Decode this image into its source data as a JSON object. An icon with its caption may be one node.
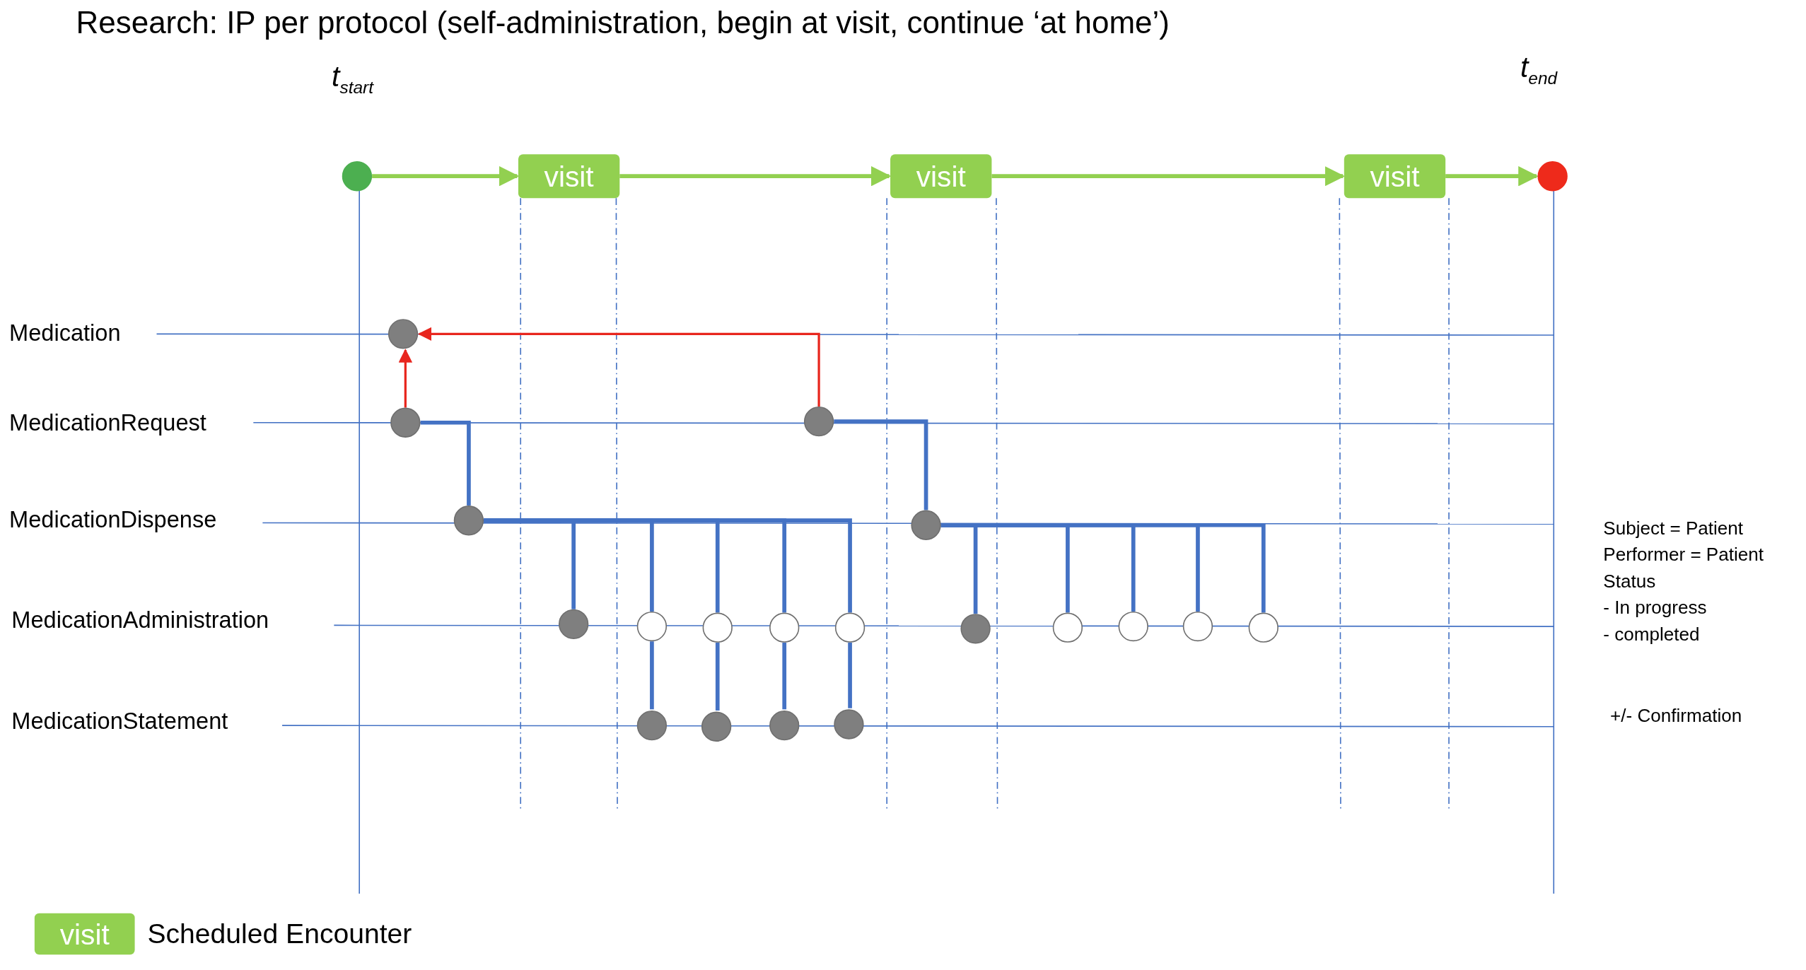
{
  "diagram": {
    "title": "Research: IP per protocol (self-administration, begin at visit, continue ‘at home’)",
    "nodes": [
      {
        "text": [],
        "shape": "circle"
      },
      {
        "text": [
          "visit"
        ]
      },
      {
        "text": [
          "visit"
        ]
      },
      {
        "text": [
          "visit"
        ]
      },
      {
        "text": [],
        "shape": "circle"
      },
      {
        "text": [],
        "shape": "circle"
      },
      {
        "text": [],
        "shape": "circle"
      },
      {
        "text": [],
        "shape": "circle"
      },
      {
        "text": [],
        "shape": "circle"
      },
      {
        "text": [],
        "shape": "circle"
      },
      {
        "text": [],
        "shape": "circle"
      },
      {
        "text": [],
        "shape": "circle"
      },
      {
        "text": [],
        "shape": "circle"
      },
      {
        "text": [],
        "shape": "circle"
      },
      {
        "text": [],
        "shape": "circle"
      },
      {
        "text": [],
        "shape": "circle"
      },
      {
        "text": [],
        "shape": "circle"
      },
      {
        "text": [],
        "shape": "circle"
      },
      {
        "text": [],
        "shape": "circle"
      },
      {
        "text": [],
        "shape": "circle"
      },
      {
        "text": [],
        "shape": "circle"
      },
      {
        "text": [],
        "shape": "circle"
      },
      {
        "text": [],
        "shape": "circle"
      },
      {
        "text": [],
        "shape": "circle"
      }
    ],
    "edges": [
      {
        "from": 0,
        "to": 1,
        "arrow": "to",
        "color": "#92d050"
      },
      {
        "from": 1,
        "to": 2,
        "arrow": "to",
        "color": "#92d050"
      },
      {
        "from": 2,
        "to": 3,
        "arrow": "to",
        "color": "#92d050"
      },
      {
        "from": 3,
        "to": 4,
        "arrow": "to",
        "color": "#92d050"
      },
      {
        "from": 6,
        "to": 5,
        "arrow": "to",
        "color": "#e8261e"
      },
      {
        "from": 7,
        "to": 5,
        "arrow": "to",
        "color": "#e8261e"
      },
      {
        "from": 6,
        "to": 8,
        "arrow": "none"
      },
      {
        "from": 8,
        "to": 10,
        "arrow": "none"
      },
      {
        "from": 8,
        "to": 11,
        "arrow": "none"
      },
      {
        "from": 8,
        "to": 12,
        "arrow": "none"
      },
      {
        "from": 8,
        "to": 13,
        "arrow": "none"
      },
      {
        "from": 8,
        "to": 14,
        "arrow": "none"
      },
      {
        "from": 7,
        "to": 9,
        "arrow": "none"
      },
      {
        "from": 9,
        "to": 15,
        "arrow": "none"
      },
      {
        "from": 9,
        "to": 16,
        "arrow": "none"
      },
      {
        "from": 9,
        "to": 17,
        "arrow": "none"
      },
      {
        "from": 9,
        "to": 18,
        "arrow": "none"
      },
      {
        "from": 9,
        "to": 19,
        "arrow": "none"
      },
      {
        "from": 11,
        "to": 20,
        "arrow": "none"
      },
      {
        "from": 12,
        "to": 21,
        "arrow": "none"
      },
      {
        "from": 13,
        "to": 22,
        "arrow": "none"
      },
      {
        "from": 14,
        "to": 23,
        "arrow": "none"
      }
    ],
    "labels": [
      "t$_{start}$",
      "t$_{end}$",
      "Medication",
      "MedicationRequest",
      "MedicationDispense",
      "MedicationAdministration",
      "MedicationStatement",
      "Subject = Patient",
      "Performer = Patient",
      "Status",
      "- In progress",
      "- completed",
      "+/- Confirmation",
      "visit"
    ],
    "legend": [
      {
        "text": "Scheduled Encounter",
        "color": "#92d050"
      }
    ]
  }
}
